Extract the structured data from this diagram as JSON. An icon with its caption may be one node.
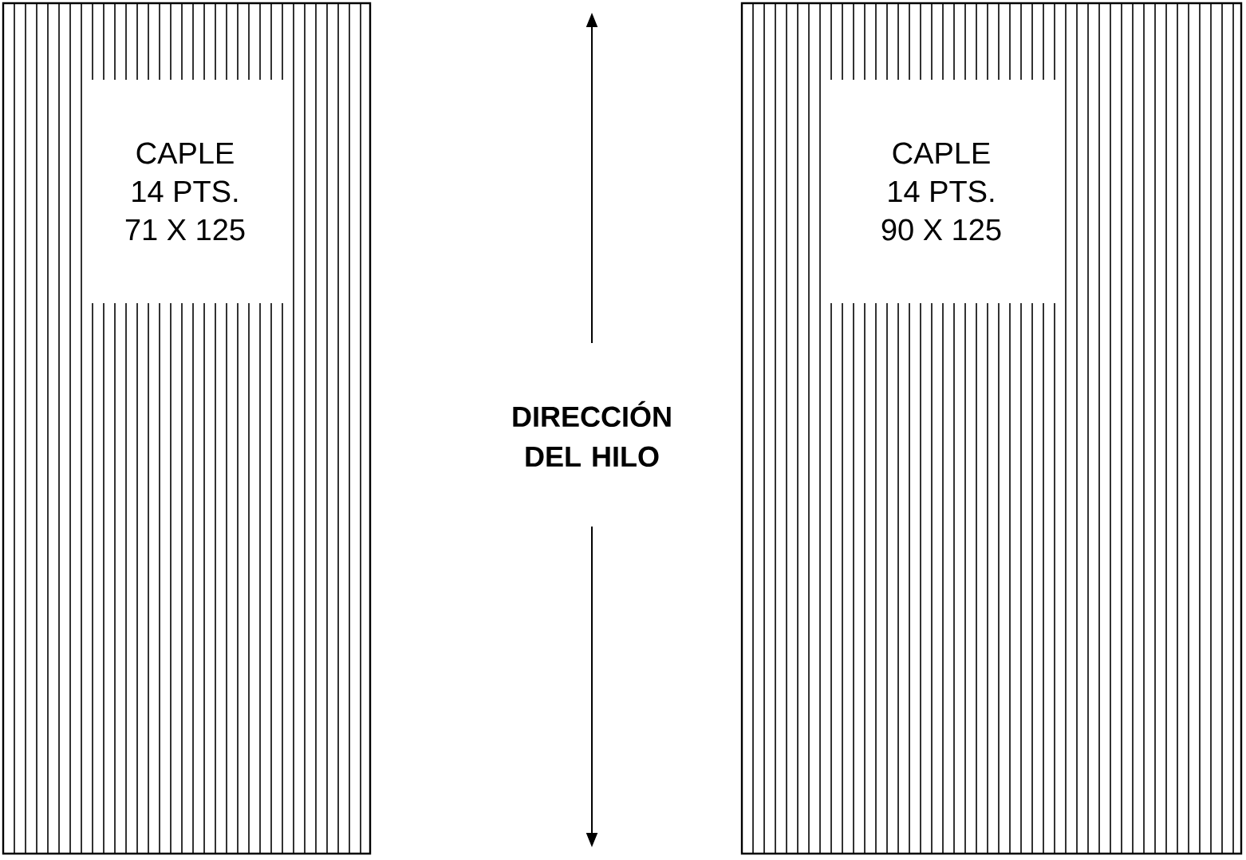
{
  "diagram": {
    "nodes": [
      {
        "text": [
          "CAPLE",
          "14 PTS.",
          "71 X 125"
        ]
      },
      {
        "text": [
          "CAPLE",
          "14 PTS.",
          "90 X 125"
        ]
      }
    ],
    "edges": [],
    "labels": [
      "DIRECCIÓN DEL HILO"
    ]
  }
}
